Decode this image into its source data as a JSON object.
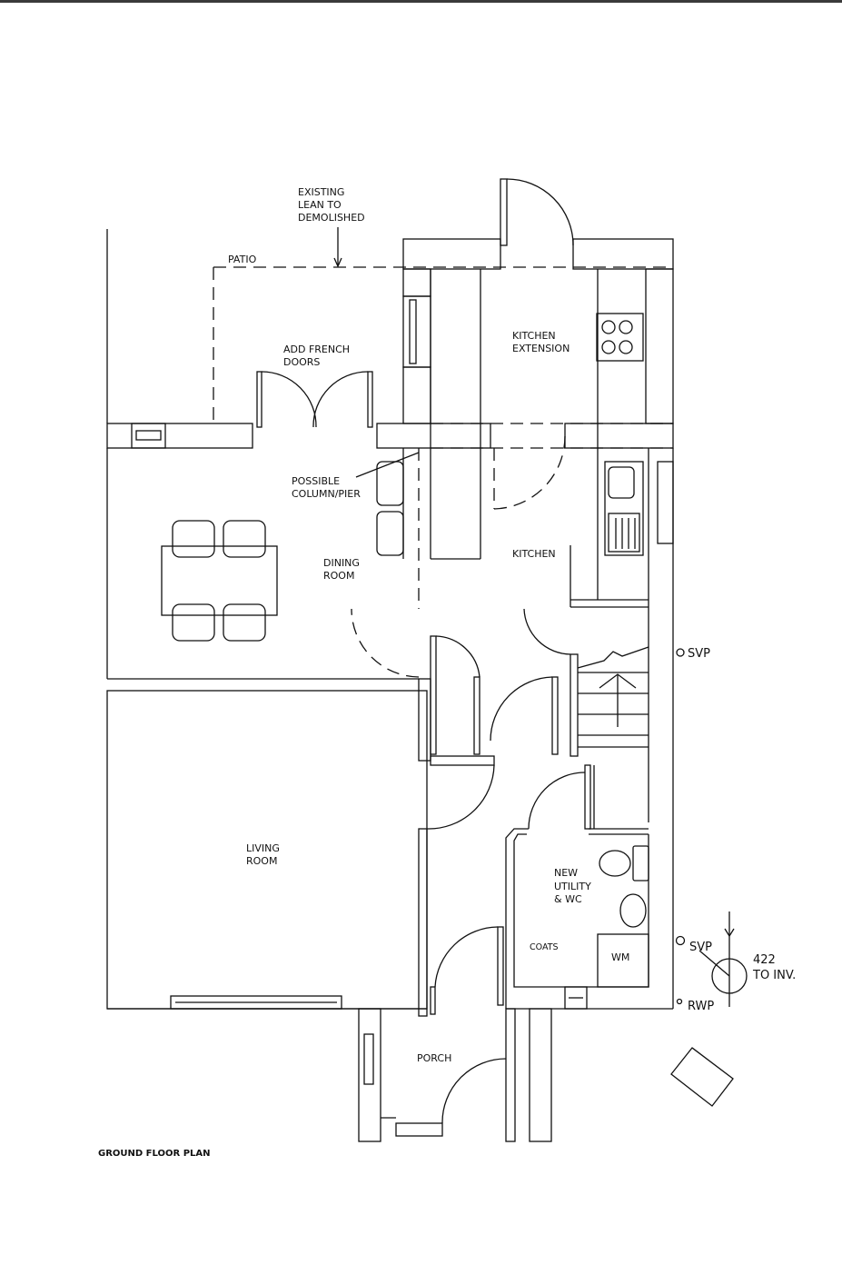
{
  "drawing_title": "GROUND FLOOR PLAN",
  "labels": {
    "existing_1": "EXISTING",
    "existing_2": "LEAN TO",
    "existing_3": "DEMOLISHED",
    "patio": "PATIO",
    "french_1": "ADD FRENCH",
    "french_2": "DOORS",
    "kitchen_ext_1": "KITCHEN",
    "kitchen_ext_2": "EXTENSION",
    "column_1": "POSSIBLE",
    "column_2": "COLUMN/PIER",
    "dining_1": "DINING",
    "dining_2": "ROOM",
    "kitchen": "KITCHEN",
    "living_1": "LIVING",
    "living_2": "ROOM",
    "utility_1": "NEW",
    "utility_2": "UTILITY",
    "utility_3": "& WC",
    "coats": "COATS",
    "wm": "WM",
    "porch": "PORCH",
    "svp_upper": "SVP",
    "svp_lower": "SVP",
    "rwp": "RWP",
    "inv_1": "422",
    "inv_2": "TO  INV."
  }
}
